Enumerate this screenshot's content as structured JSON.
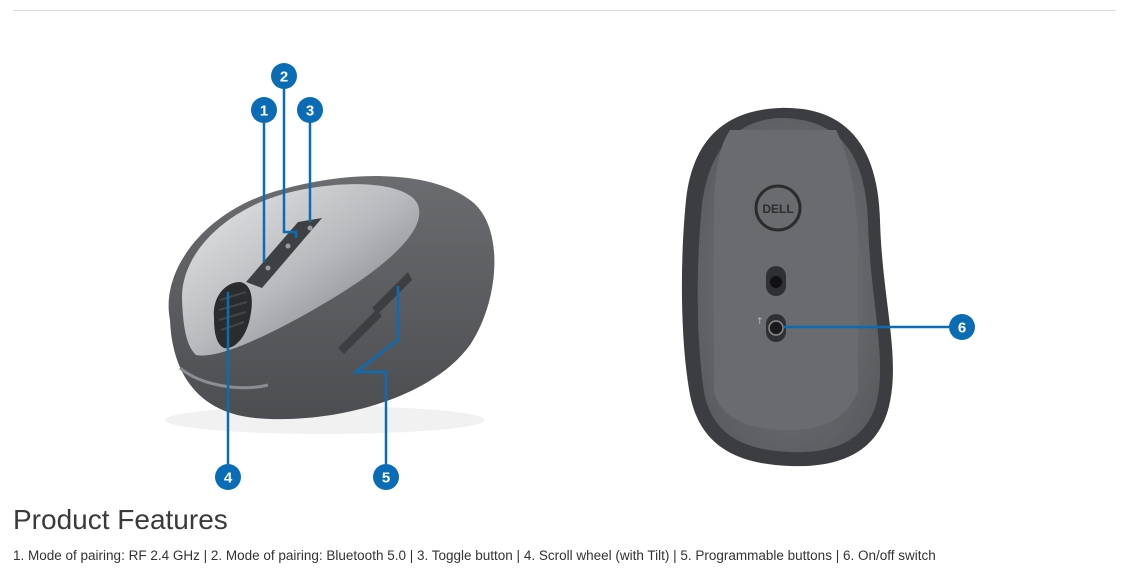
{
  "section": {
    "title": "Product Features",
    "features_line": "1. Mode of pairing: RF 2.4 GHz | 2. Mode of pairing: Bluetooth 5.0 | 3. Toggle button | 4. Scroll wheel (with Tilt) | 5. Programmable buttons | 6. On/off switch"
  },
  "callouts": [
    "1",
    "2",
    "3",
    "4",
    "5",
    "6"
  ],
  "logo_text": "DELL",
  "colors": {
    "callout": "#0a6cb5",
    "mouse_body_dark": "#5f6063",
    "mouse_top_light": "#d6d7da",
    "mouse_underside": "#757679"
  }
}
